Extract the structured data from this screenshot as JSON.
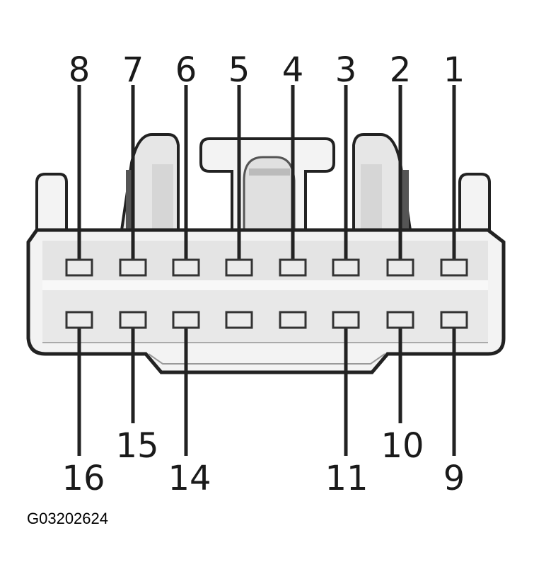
{
  "figure_id": "G03202624",
  "colors": {
    "outline": "#222222",
    "body_fill": "#f3f3f3",
    "body_shade": "#d8d8d8",
    "terminal_fill": "#ebebeb"
  },
  "top_row": [
    {
      "label": "8",
      "wired": true
    },
    {
      "label": "7",
      "wired": true
    },
    {
      "label": "6",
      "wired": true
    },
    {
      "label": "5",
      "wired": true
    },
    {
      "label": "4",
      "wired": true
    },
    {
      "label": "3",
      "wired": true
    },
    {
      "label": "2",
      "wired": true
    },
    {
      "label": "1",
      "wired": true
    }
  ],
  "bottom_row": [
    {
      "label": "16",
      "wired": true
    },
    {
      "label": "15",
      "wired": true
    },
    {
      "label": "14",
      "wired": true
    },
    {
      "label": "",
      "wired": false
    },
    {
      "label": "",
      "wired": false
    },
    {
      "label": "11",
      "wired": true
    },
    {
      "label": "10",
      "wired": true
    },
    {
      "label": "9",
      "wired": true
    }
  ]
}
